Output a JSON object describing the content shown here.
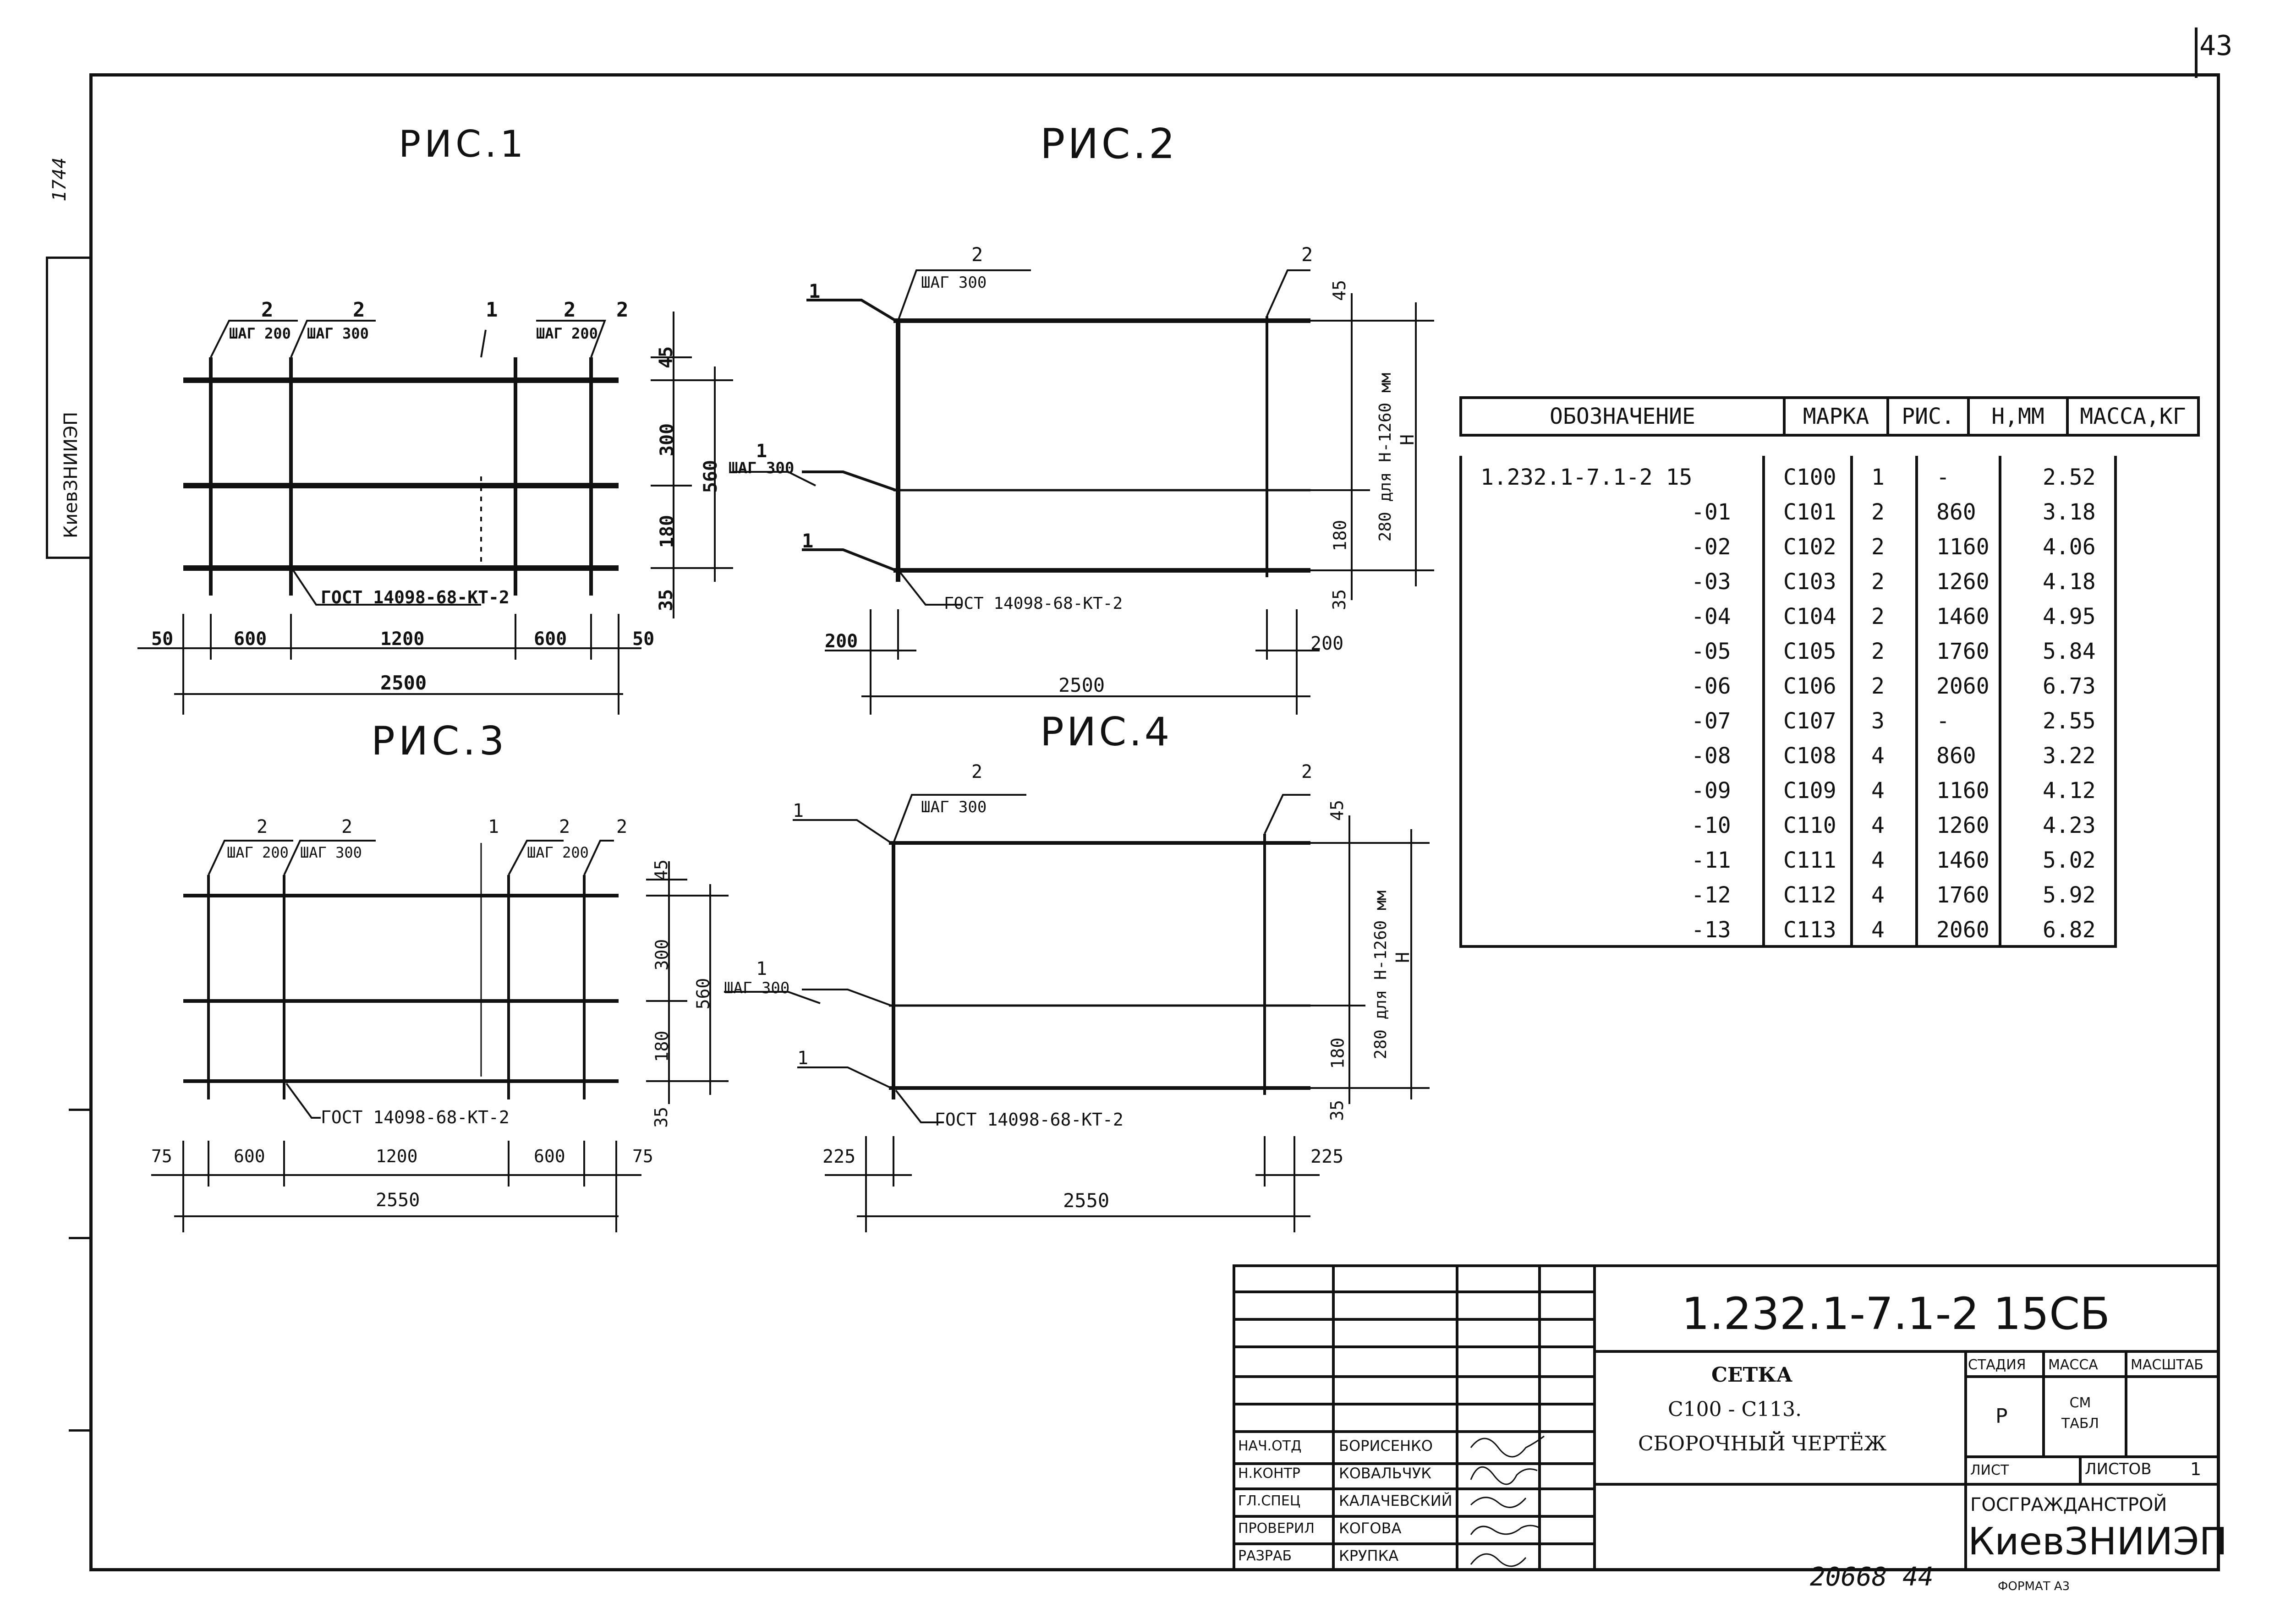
{
  "page_number": "43",
  "side_label": "КиевЗНИИЭП",
  "side_handwriting": "1744",
  "figures": {
    "fig1": {
      "title": "РИС.1",
      "pos_labels": [
        "2",
        "2",
        "1",
        "2",
        "2"
      ],
      "step_labels": [
        "ШАГ 200",
        "ШАГ 300",
        "ШАГ 200"
      ],
      "gost": "ГОСТ 14098-68-КТ-2",
      "right_dims": [
        "45",
        "300",
        "180",
        "35"
      ],
      "total_right": "560",
      "bottom_dims": [
        "50",
        "600",
        "1200",
        "600",
        "50"
      ],
      "total": "2500",
      "rod_label": "1",
      "rod_step": "ШАГ 300"
    },
    "fig2": {
      "title": "РИС.2",
      "pos_labels": [
        "2",
        "2",
        "1",
        "1"
      ],
      "step_label": "ШАГ 300",
      "gost": "ГОСТ 14098-68-КТ-2",
      "right_dims": [
        "45",
        "180",
        "35"
      ],
      "h_text": "280 для Н-1260 мм",
      "h_label": "Н",
      "bottom_dims": [
        "200",
        "200"
      ],
      "total": "2500"
    },
    "fig3": {
      "title": "РИС.3",
      "pos_labels": [
        "2",
        "2",
        "1",
        "2",
        "2"
      ],
      "step_labels": [
        "ШАГ 200",
        "ШАГ 300",
        "ШАГ 200"
      ],
      "gost": "ГОСТ 14098-68-КТ-2",
      "right_dims": [
        "45",
        "300",
        "180",
        "35"
      ],
      "total_right": "560",
      "bottom_dims": [
        "75",
        "600",
        "1200",
        "600",
        "75"
      ],
      "total": "2550",
      "rod_label": "1",
      "rod_step": "ШАГ 300"
    },
    "fig4": {
      "title": "РИС.4",
      "pos_labels": [
        "2",
        "2",
        "1",
        "1"
      ],
      "step_label": "ШАГ 300",
      "gost": "ГОСТ 14098-68-КТ-2",
      "right_dims": [
        "45",
        "180",
        "35"
      ],
      "h_text": "280 для Н-1260 мм",
      "h_label": "Н",
      "bottom_dims": [
        "225",
        "225"
      ],
      "total": "2550"
    }
  },
  "spec_table": {
    "headers": [
      "ОБОЗНАЧЕНИЕ",
      "МАРКА",
      "РИС.",
      "Н,ММ",
      "МАССА,КГ"
    ],
    "rows": [
      [
        "1.232.1-7.1-2 15",
        "С100",
        "1",
        "-",
        "2.52"
      ],
      [
        "-01",
        "С101",
        "2",
        "860",
        "3.18"
      ],
      [
        "-02",
        "С102",
        "2",
        "1160",
        "4.06"
      ],
      [
        "-03",
        "С103",
        "2",
        "1260",
        "4.18"
      ],
      [
        "-04",
        "С104",
        "2",
        "1460",
        "4.95"
      ],
      [
        "-05",
        "С105",
        "2",
        "1760",
        "5.84"
      ],
      [
        "-06",
        "С106",
        "2",
        "2060",
        "6.73"
      ],
      [
        "-07",
        "С107",
        "3",
        "-",
        "2.55"
      ],
      [
        "-08",
        "С108",
        "4",
        "860",
        "3.22"
      ],
      [
        "-09",
        "С109",
        "4",
        "1160",
        "4.12"
      ],
      [
        "-10",
        "С110",
        "4",
        "1260",
        "4.23"
      ],
      [
        "-11",
        "С111",
        "4",
        "1460",
        "5.02"
      ],
      [
        "-12",
        "С112",
        "4",
        "1760",
        "5.92"
      ],
      [
        "-13",
        "С113",
        "4",
        "2060",
        "6.82"
      ]
    ]
  },
  "title_block": {
    "doc_code": "1.232.1-7.1-2 15СБ",
    "name_lines": [
      "СЕТКА",
      "С100 - С113.",
      "СБОРОЧНЫЙ ЧЕРТЁЖ"
    ],
    "col_stage": "СТАДИЯ",
    "col_mass": "МАССА",
    "col_scale": "МАСШТАБ",
    "stage_value": "Р",
    "mass_value": "СМ ТАБЛ",
    "sheet_label": "ЛИСТ",
    "sheets_label": "ЛИСТОВ",
    "sheets_value": "1",
    "org_1": "ГОСГРАЖДАНСТРОЙ",
    "org_2": "КиевЗНИИЭП",
    "staff": [
      {
        "role": "НАЧ.ОТД",
        "name": "БОРИСЕНКО"
      },
      {
        "role": "Н.КОНТР",
        "name": "КОВАЛЬЧУК"
      },
      {
        "role": "ГЛ.СПЕЦ",
        "name": "КАЛАЧЕВСКИЙ"
      },
      {
        "role": "ПРОВЕРИЛ",
        "name": "КОГОВА"
      },
      {
        "role": "РАЗРАБ",
        "name": "КРУПКА"
      }
    ]
  },
  "footer_number": "20668 44",
  "format_label": "ФОРМАТ А3"
}
